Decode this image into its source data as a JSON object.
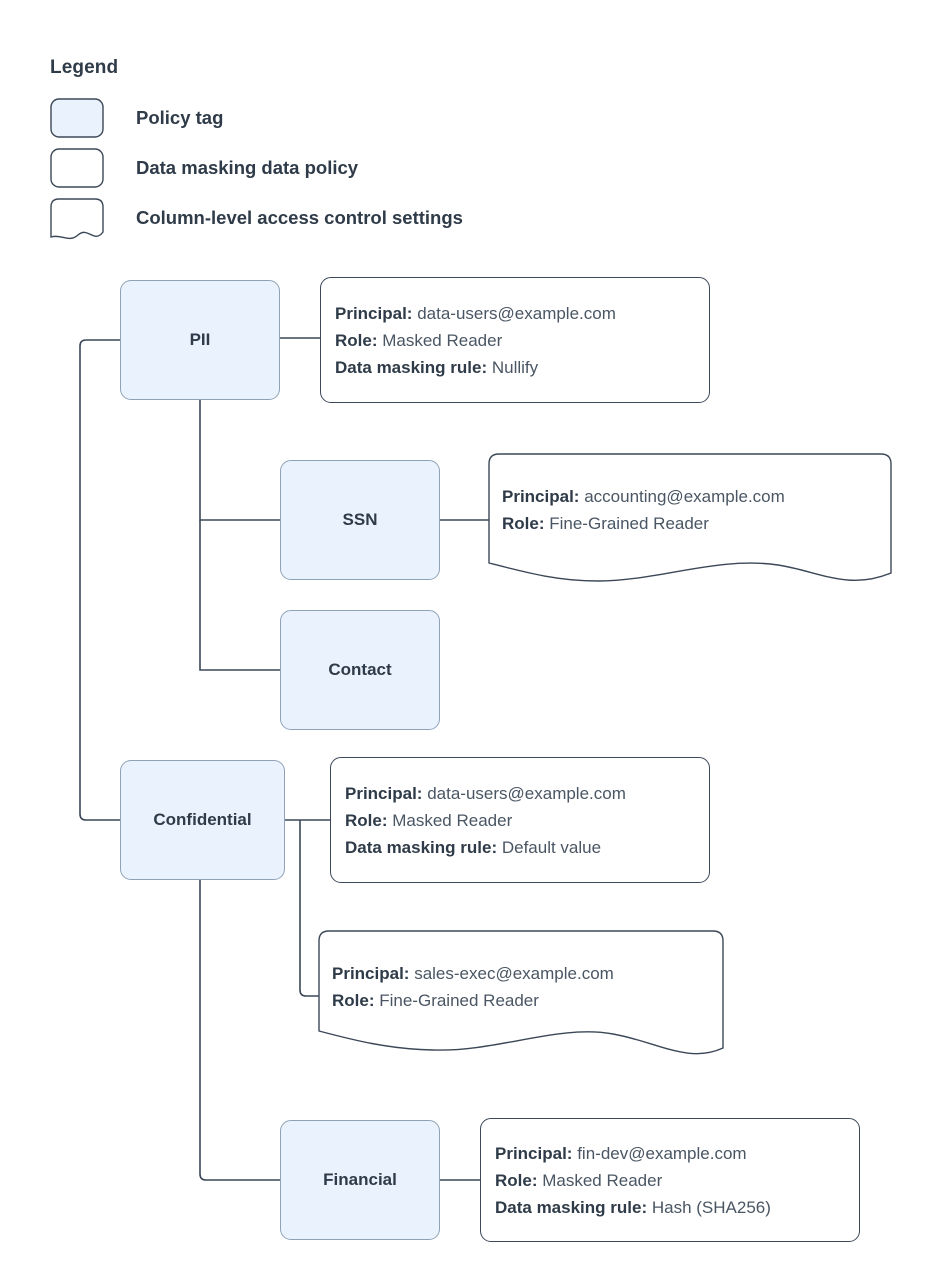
{
  "legend": {
    "title": "Legend",
    "items": [
      {
        "icon": "policy-tag-swatch",
        "label": "Policy tag"
      },
      {
        "icon": "data-masking-policy-swatch",
        "label": "Data masking data policy"
      },
      {
        "icon": "column-access-control-swatch",
        "label": "Column-level access control settings"
      }
    ]
  },
  "labels": {
    "principal": "Principal:",
    "role": "Role:",
    "masking_rule": "Data masking rule:"
  },
  "nodes": {
    "pii": "PII",
    "ssn": "SSN",
    "contact": "Contact",
    "confidential": "Confidential",
    "financial": "Financial"
  },
  "details": {
    "pii_policy": {
      "principal": "data-users@example.com",
      "role": "Masked Reader",
      "masking_rule": "Nullify"
    },
    "ssn_access": {
      "principal": "accounting@example.com",
      "role": "Fine-Grained Reader"
    },
    "confidential_policy": {
      "principal": "data-users@example.com",
      "role": "Masked Reader",
      "masking_rule": "Default value"
    },
    "confidential_access": {
      "principal": "sales-exec@example.com",
      "role": "Fine-Grained Reader"
    },
    "financial_policy": {
      "principal": "fin-dev@example.com",
      "role": "Masked Reader",
      "masking_rule": "Hash (SHA256)"
    }
  },
  "colors": {
    "tag_fill": "#eaf2fd",
    "tag_stroke": "#8fa2b8",
    "box_stroke": "#3c4858",
    "text": "#2f3b48",
    "value_text": "#4a5663",
    "background": "#ffffff"
  }
}
